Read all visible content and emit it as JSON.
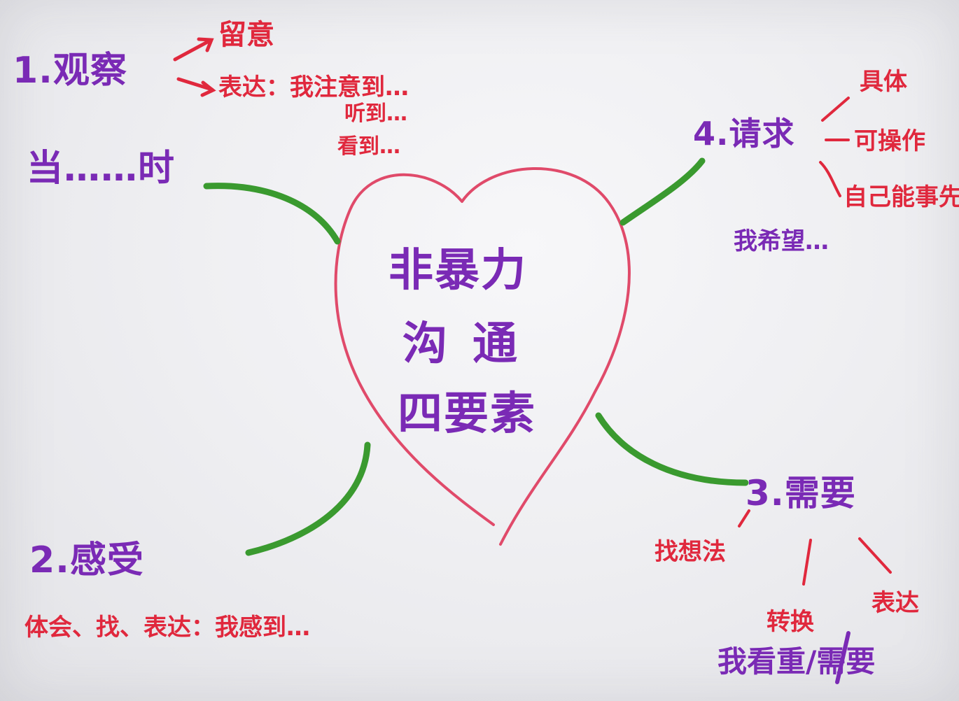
{
  "center": {
    "line1": "非暴力",
    "line2": "沟通",
    "line3": "四要素"
  },
  "observe": {
    "title": "1.观察",
    "notice": "留意",
    "express": "表达：我注意到…",
    "heard": "听到…",
    "saw": "看到…",
    "when": "当……时"
  },
  "request": {
    "title": "4.请求",
    "specific": "具体",
    "operable": "可操作",
    "own": "自己能事先",
    "hope": "我希望…"
  },
  "feeling": {
    "title": "2.感受",
    "express": "体会、找、表达：我感到…"
  },
  "need": {
    "title": "3.需要",
    "find": "找想法",
    "express": "表达",
    "convert": "转换",
    "compare": "我看重/需要"
  },
  "colors": {
    "purple": "#7a2ab5",
    "red": "#e0283d",
    "green": "#3a9a2f",
    "pink": "#e04a6a"
  }
}
